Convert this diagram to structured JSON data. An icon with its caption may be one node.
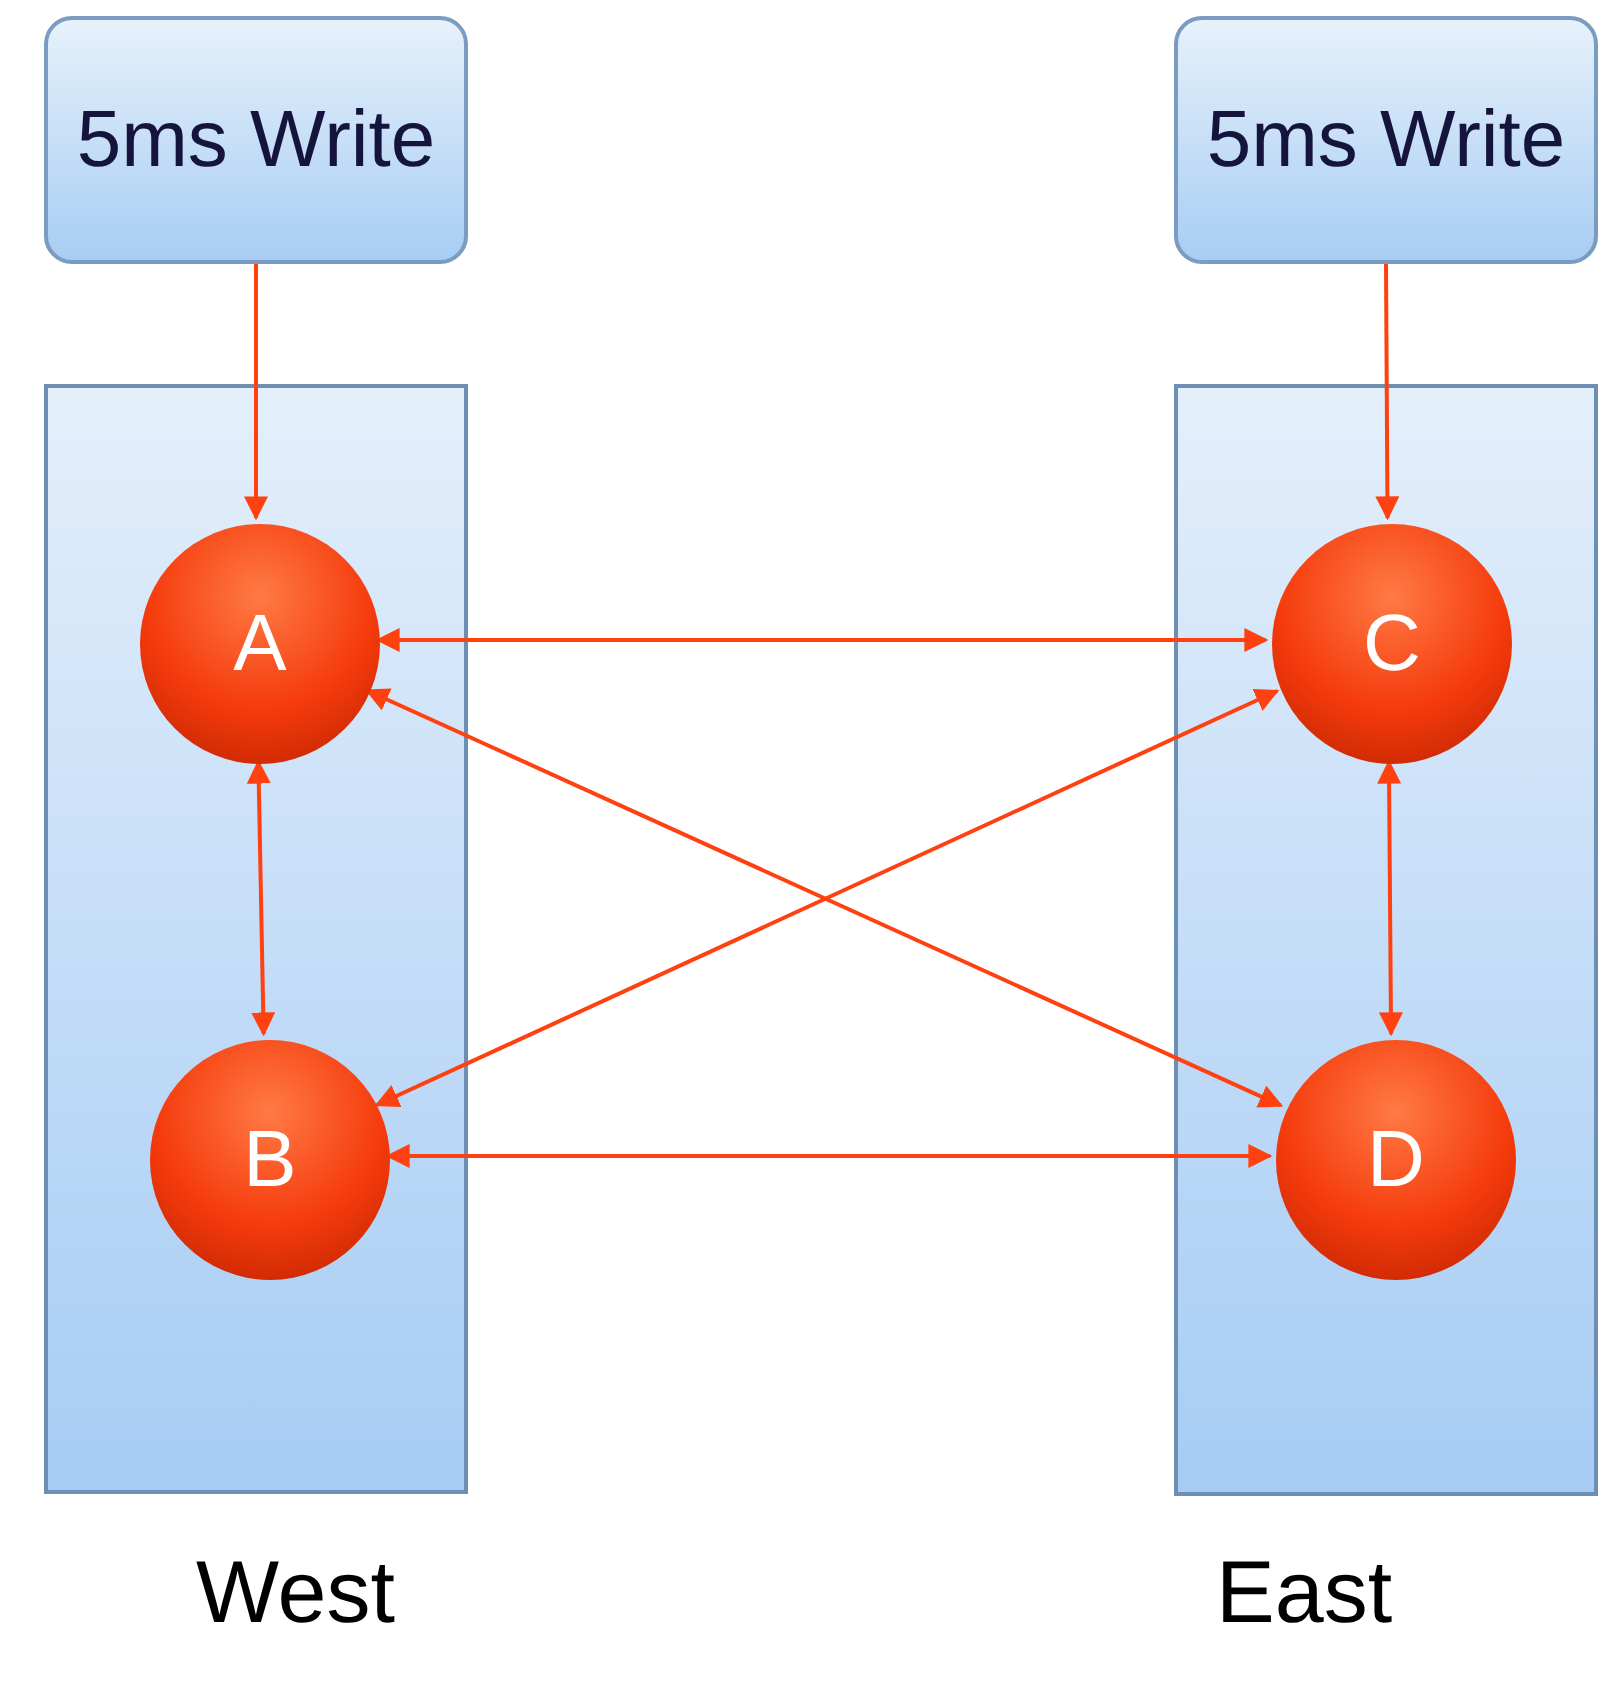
{
  "diagram": {
    "nodes": [
      {
        "text": [
          "5ms Write"
        ]
      },
      {
        "text": [
          "5ms Write"
        ]
      },
      {
        "text": [
          "West"
        ]
      },
      {
        "text": [
          "A"
        ],
        "in": 2
      },
      {
        "text": [
          "B"
        ],
        "in": 2
      },
      {
        "text": [
          "East"
        ]
      },
      {
        "text": [
          "C"
        ],
        "in": 5
      },
      {
        "text": [
          "D"
        ],
        "in": 5
      }
    ],
    "edges": [
      {
        "from": 0,
        "to": 3,
        "arrow": "to"
      },
      {
        "from": 1,
        "to": 6,
        "arrow": "to"
      },
      {
        "from": 3,
        "to": 6,
        "arrow": "both"
      },
      {
        "from": 3,
        "to": 4,
        "arrow": "both"
      },
      {
        "from": 6,
        "to": 7,
        "arrow": "both"
      },
      {
        "from": 3,
        "to": 7,
        "arrow": "both"
      },
      {
        "from": 6,
        "to": 4,
        "arrow": "both"
      },
      {
        "from": 4,
        "to": 7,
        "arrow": "both"
      }
    ]
  }
}
